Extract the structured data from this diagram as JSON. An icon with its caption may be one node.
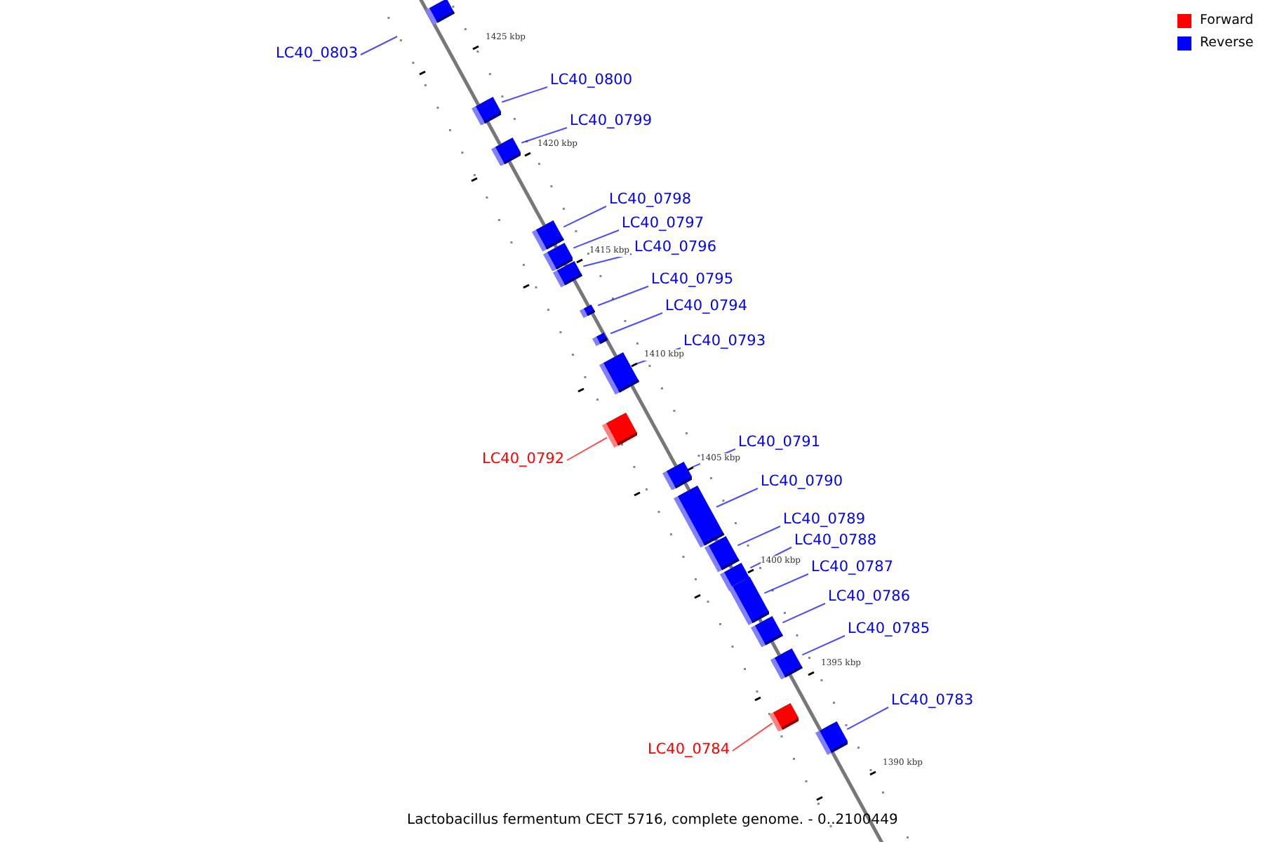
{
  "diagram": {
    "caption": "Lactobacillus fermentum CECT 5716, complete genome. - 0..2100449",
    "nodes": [
      {
        "text": [],
        "shape": "box"
      },
      {
        "text": [
          "LC40_0803"
        ]
      },
      {
        "text": [
          "LC40_0800"
        ]
      },
      {
        "text": [],
        "shape": "box"
      },
      {
        "text": [
          "LC40_0799"
        ]
      },
      {
        "text": [],
        "shape": "box"
      },
      {
        "text": [
          "LC40_0798"
        ]
      },
      {
        "text": [],
        "shape": "box"
      },
      {
        "text": [
          "LC40_0797"
        ]
      },
      {
        "text": [],
        "shape": "box"
      },
      {
        "text": [
          "LC40_0796"
        ]
      },
      {
        "text": [],
        "shape": "box"
      },
      {
        "text": [
          "LC40_0795"
        ]
      },
      {
        "text": [],
        "shape": "box"
      },
      {
        "text": [
          "LC40_0794"
        ]
      },
      {
        "text": [],
        "shape": "box"
      },
      {
        "text": [
          "LC40_0793"
        ]
      },
      {
        "text": [],
        "shape": "box"
      },
      {
        "text": [
          "LC40_0792"
        ]
      },
      {
        "text": [],
        "shape": "box"
      },
      {
        "text": [
          "LC40_0791"
        ]
      },
      {
        "text": [],
        "shape": "box"
      },
      {
        "text": [
          "LC40_0790"
        ]
      },
      {
        "text": [],
        "shape": "box"
      },
      {
        "text": [
          "LC40_0789"
        ]
      },
      {
        "text": [],
        "shape": "box"
      },
      {
        "text": [
          "LC40_0788"
        ]
      },
      {
        "text": [],
        "shape": "box"
      },
      {
        "text": [
          "LC40_0787"
        ]
      },
      {
        "text": [],
        "shape": "box"
      },
      {
        "text": [
          "LC40_0786"
        ]
      },
      {
        "text": [],
        "shape": "box"
      },
      {
        "text": [
          "LC40_0785"
        ]
      },
      {
        "text": [],
        "shape": "box"
      },
      {
        "text": [
          "LC40_0784"
        ]
      },
      {
        "text": [],
        "shape": "box"
      },
      {
        "text": [
          "LC40_0783"
        ]
      },
      {
        "text": [],
        "shape": "box"
      }
    ],
    "edges": [
      {
        "from": 1,
        "to": null,
        "arrow": "none"
      },
      {
        "from": 2,
        "to": 3,
        "arrow": "none"
      },
      {
        "from": 4,
        "to": 5,
        "arrow": "none"
      },
      {
        "from": 6,
        "to": 7,
        "arrow": "none"
      },
      {
        "from": 8,
        "to": 9,
        "arrow": "none"
      },
      {
        "from": 10,
        "to": 11,
        "arrow": "none"
      },
      {
        "from": 12,
        "to": 13,
        "arrow": "none"
      },
      {
        "from": 14,
        "to": 15,
        "arrow": "none"
      },
      {
        "from": 16,
        "to": 17,
        "arrow": "none"
      },
      {
        "from": 18,
        "to": 19,
        "arrow": "none",
        "color": "#ff0000"
      },
      {
        "from": 20,
        "to": 21,
        "arrow": "none"
      },
      {
        "from": 22,
        "to": 23,
        "arrow": "none"
      },
      {
        "from": 24,
        "to": 25,
        "arrow": "none"
      },
      {
        "from": 26,
        "to": 27,
        "arrow": "none"
      },
      {
        "from": 28,
        "to": 29,
        "arrow": "none"
      },
      {
        "from": 30,
        "to": 31,
        "arrow": "none"
      },
      {
        "from": 32,
        "to": 33,
        "arrow": "none"
      },
      {
        "from": 34,
        "to": 35,
        "arrow": "none",
        "color": "#ff0000"
      },
      {
        "from": 36,
        "to": 37,
        "arrow": "none"
      }
    ],
    "labels": [
      "1425 kbp",
      "1420 kbp",
      "1415 kbp",
      "1410 kbp",
      "1405 kbp",
      "1400 kbp",
      "1395 kbp",
      "1390 kbp"
    ],
    "legend": [
      {
        "text": "Forward",
        "color": "#ff0000"
      },
      {
        "text": "Reverse",
        "color": "#0000ff"
      }
    ]
  }
}
